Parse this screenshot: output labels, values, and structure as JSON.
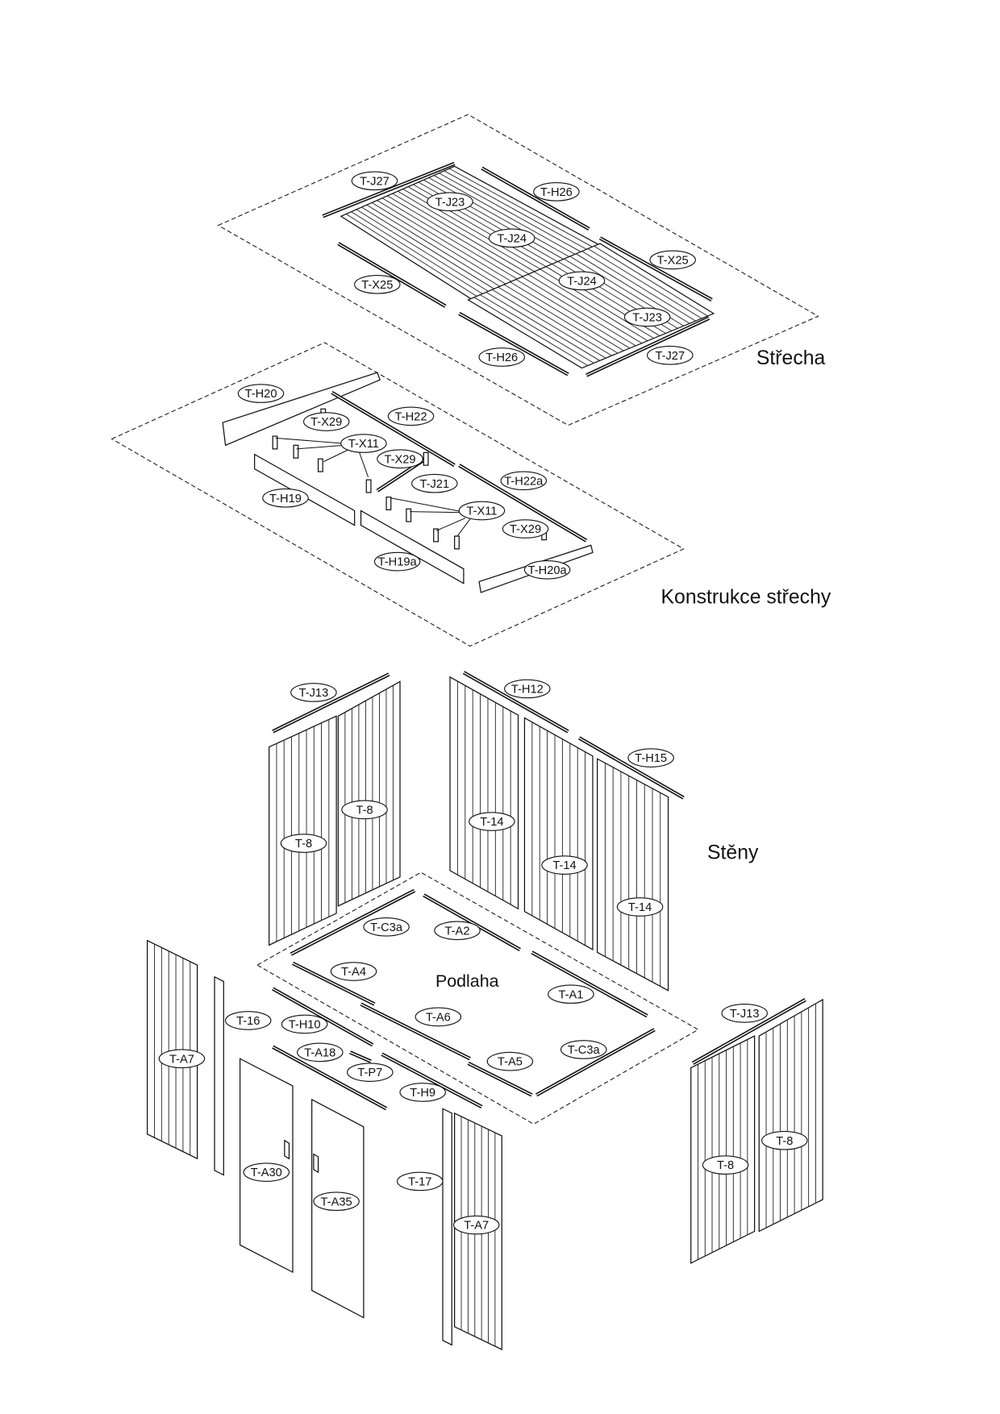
{
  "sections": {
    "roof": "Střecha",
    "roof_frame": "Konstrukce střechy",
    "walls": "Stěny",
    "floor": "Podlaha"
  },
  "callouts": {
    "roof": [
      "T-J27",
      "T-J23",
      "T-H26",
      "T-J24",
      "T-X25",
      "T-X25",
      "T-J24",
      "T-J23",
      "T-H26",
      "T-J27"
    ],
    "roof_frame": [
      "T-H20",
      "T-X29",
      "T-H22",
      "T-X11",
      "T-X29",
      "T-H19",
      "T-J21",
      "T-H22a",
      "T-X11",
      "T-X29",
      "T-H19a",
      "T-H20a"
    ],
    "walls": [
      "T-J13",
      "T-H12",
      "T-H15",
      "T-8",
      "T-8",
      "T-14",
      "T-14",
      "T-14",
      "T-C3a",
      "T-A2",
      "T-A4",
      "T-A1",
      "T-A6",
      "T-16",
      "T-H10",
      "T-J13",
      "T-A7",
      "T-A18",
      "T-P7",
      "T-A5",
      "T-C3a",
      "T-H9",
      "T-A30",
      "T-A35",
      "T-17",
      "T-A7",
      "T-8",
      "T-8"
    ]
  }
}
